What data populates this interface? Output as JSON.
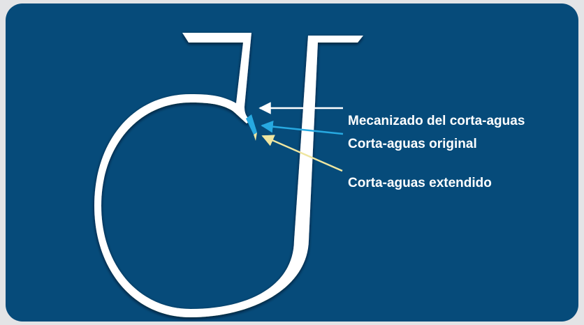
{
  "colors": {
    "page_background": "#e3e4e6",
    "panel_background": "#064b7a",
    "volute_outline": "#ffffff",
    "original_cutwater": "#27a9e1",
    "extended_cutwater": "#efe6a0",
    "label_text": "#ffffff"
  },
  "labels": {
    "machined_cutwater": "Mecanizado del corta-aguas",
    "original_cutwater": "Corta-aguas original",
    "extended_cutwater": "Corta-aguas extendido"
  }
}
